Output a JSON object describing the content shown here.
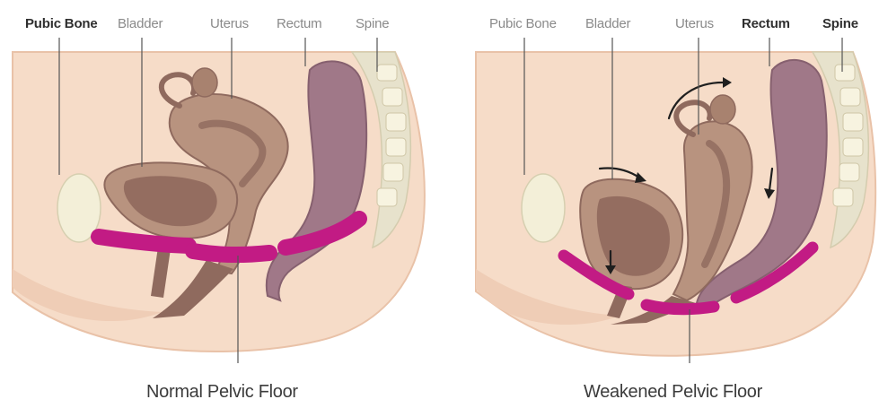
{
  "panels": [
    {
      "id": "normal",
      "labels": {
        "pubic_bone": "Pubic Bone",
        "bladder": "Bladder",
        "uterus": "Uterus",
        "rectum": "Rectum",
        "spine": "Spine"
      },
      "caption": "Normal Pelvic Floor"
    },
    {
      "id": "weakened",
      "labels": {
        "pubic_bone": "Pubic Bone",
        "bladder": "Bladder",
        "uterus": "Uterus",
        "rectum": "Rectum",
        "spine": "Spine"
      },
      "caption": "Weakened Pelvic Floor"
    }
  ],
  "colors": {
    "skin": "#f6dcc8",
    "skin_edge": "#e9c2a8",
    "organ": "#b8937f",
    "organ_dark": "#8f6a5e",
    "rectum": "#a07888",
    "rectum_dark": "#86606f",
    "muscle": "#c21b84",
    "bone": "#f3efd8",
    "spine": "#e7e2cc"
  }
}
